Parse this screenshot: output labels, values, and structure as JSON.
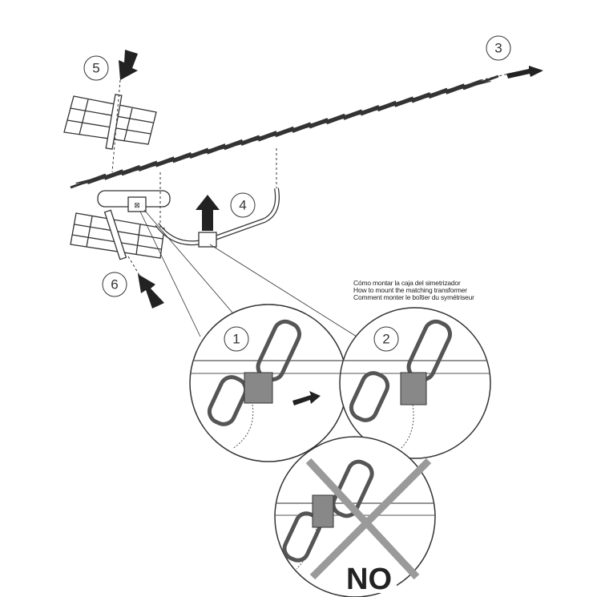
{
  "steps": [
    "1",
    "2",
    "3",
    "4",
    "5",
    "6"
  ],
  "caption": {
    "es": "Cómo montar la caja del simetrizador",
    "en": "How to mount the matching transformer",
    "fr": "Comment monter le boîtier du symétriseur"
  },
  "warning_label": "NO",
  "colors": {
    "line": "#333333",
    "cross": "#9a9a9a",
    "arrow": "#222222"
  }
}
